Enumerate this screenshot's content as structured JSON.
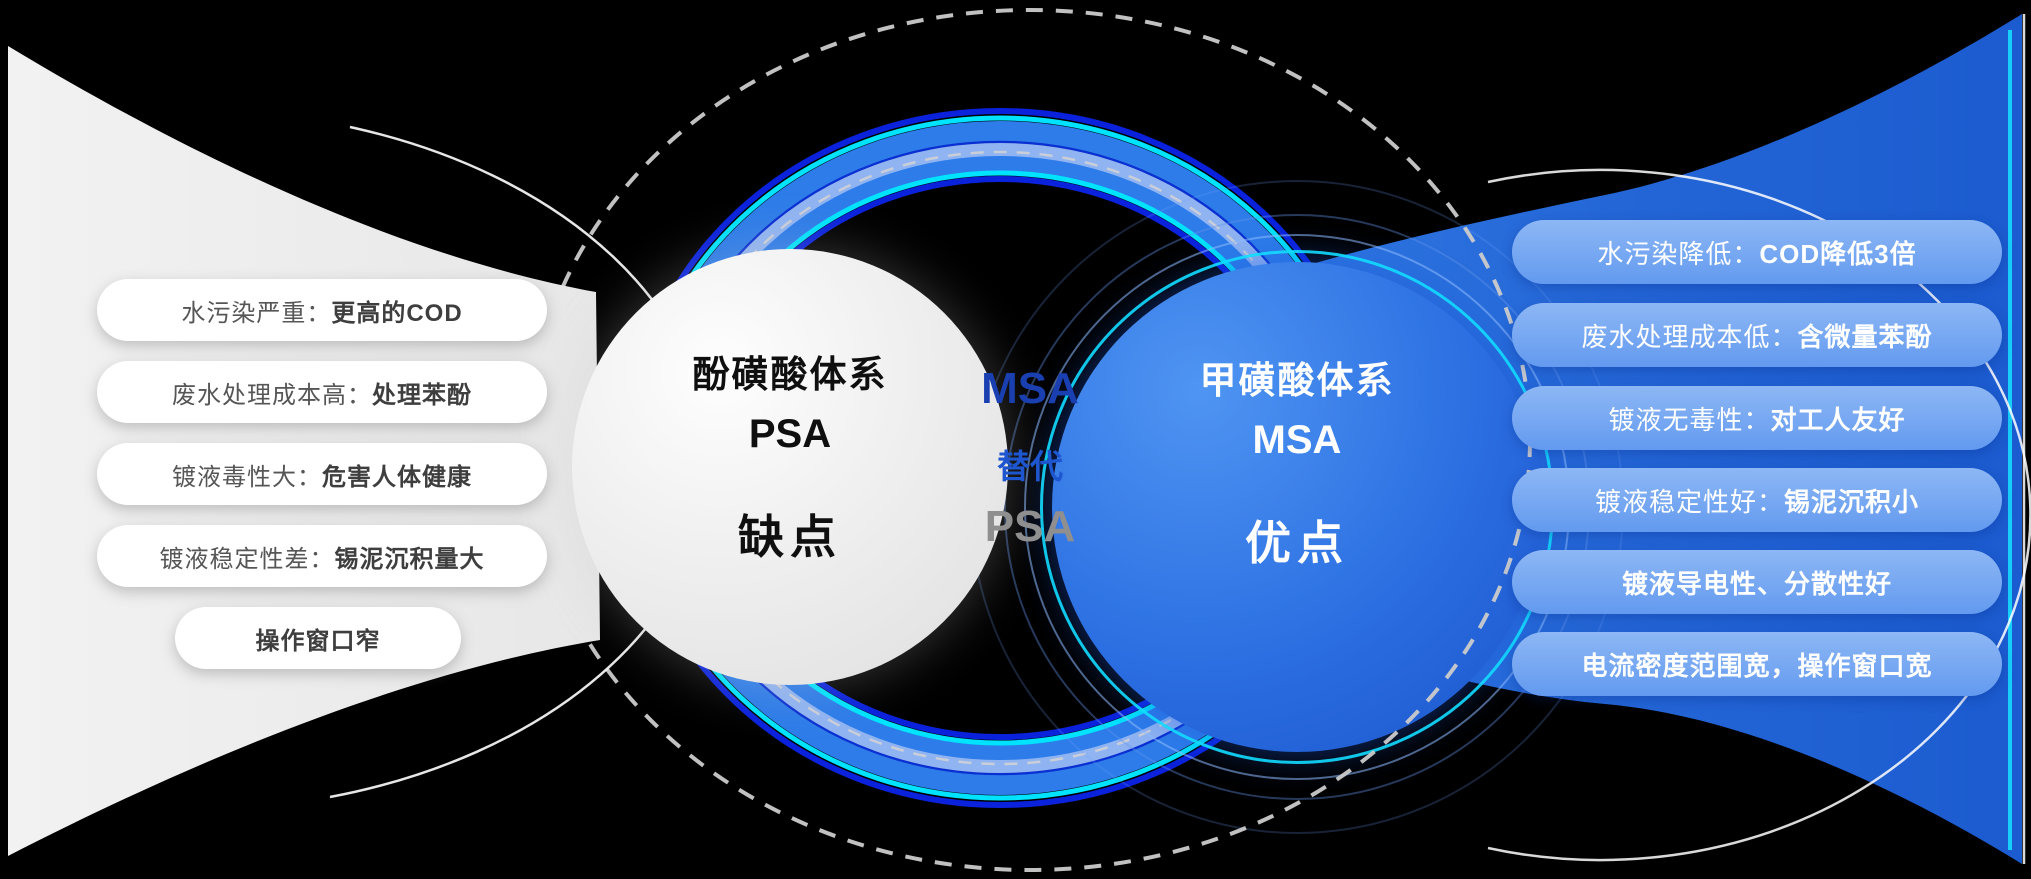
{
  "left_circle": {
    "system": "酚磺酸体系",
    "abbr": "PSA",
    "tag": "缺点"
  },
  "right_circle": {
    "system": "甲磺酸体系",
    "abbr": "MSA",
    "tag": "优点"
  },
  "center_label": {
    "line1": "MSA",
    "line2": "替代",
    "line3": "PSA"
  },
  "psa_disadvantages": [
    {
      "prefix": "水污染严重：",
      "emphasis": "更高的COD"
    },
    {
      "prefix": "废水处理成本高：",
      "emphasis": "处理苯酚"
    },
    {
      "prefix": "镀液毒性大：",
      "emphasis": "危害人体健康"
    },
    {
      "prefix": "镀液稳定性差：",
      "emphasis": "锡泥沉积量大"
    },
    {
      "prefix": "",
      "emphasis": "操作窗口窄"
    }
  ],
  "msa_advantages": [
    {
      "prefix": "水污染降低：",
      "emphasis": "COD降低3倍"
    },
    {
      "prefix": "废水处理成本低：",
      "emphasis": "含微量苯酚"
    },
    {
      "prefix": "镀液无毒性：",
      "emphasis": "对工人友好"
    },
    {
      "prefix": "镀液稳定性好：",
      "emphasis": "锡泥沉积小"
    },
    {
      "prefix": "",
      "emphasis": "镀液导电性、分散性好"
    },
    {
      "prefix": "",
      "emphasis": "电流密度范围宽，操作窗口宽"
    }
  ],
  "colors": {
    "background": "#000000",
    "accent_cyan": "#12dcff",
    "band_blue": "#2d7ce9",
    "band_dark_blue": "#0a22dc",
    "band_light_blue": "#90b4f2",
    "right_circle_blue": "#2b6fe2",
    "funnel_blue": "#2a73e5",
    "pill_blue": "#76a7f1",
    "left_pill_white": "#ffffff",
    "center_msa_color": "#1a3fb0",
    "center_substitute_color": "#1e56cf",
    "center_psa_color": "#8f8f8f",
    "left_text_gray": "#565656",
    "dashed_ring_gray": "#c9c9c9"
  }
}
